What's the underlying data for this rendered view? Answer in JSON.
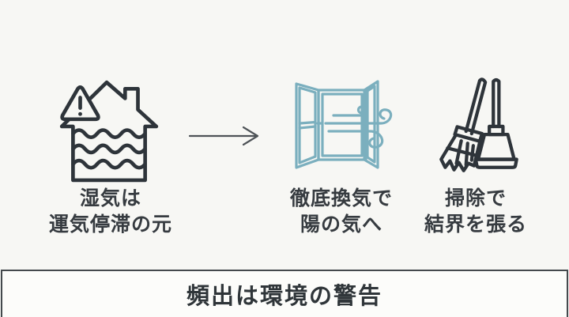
{
  "steps": [
    {
      "id": "humidity",
      "icon": "flooded-house-warning-icon",
      "line1": "湿気は",
      "line2": "運気停滞の元"
    },
    {
      "id": "ventilation",
      "icon": "open-window-wind-icon",
      "line1": "徹底換気で",
      "line2": "陽の気へ"
    },
    {
      "id": "cleaning",
      "icon": "broom-dustpan-icon",
      "line1": "掃除で",
      "line2": "結界を張る"
    }
  ],
  "arrow": {
    "icon": "right-arrow-icon"
  },
  "banner": {
    "title": "頻出は環境の警告"
  },
  "colors": {
    "background": "#f7f7f4",
    "ink": "#2e343a",
    "teal": "#7bafbe",
    "arrow": "#4e5357",
    "banner_border": "#44494d",
    "banner_background": "#fcfcfa",
    "text": "#363b40"
  }
}
